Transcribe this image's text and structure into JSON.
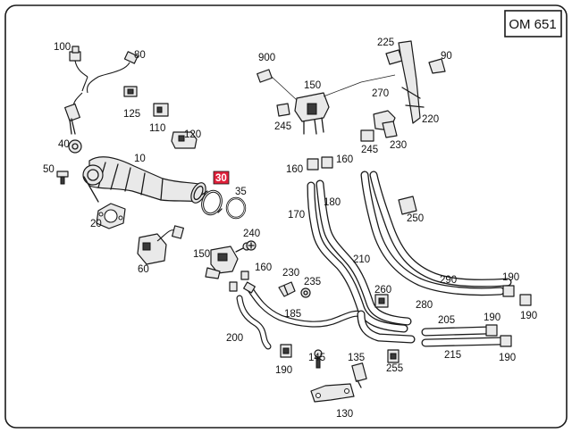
{
  "title": "OM 651",
  "highlight_color": "#e0203a",
  "labels": [
    {
      "id": "l100",
      "text": "100",
      "selected": false
    },
    {
      "id": "l80",
      "text": "80",
      "selected": false
    },
    {
      "id": "l125",
      "text": "125",
      "selected": false
    },
    {
      "id": "l110",
      "text": "110",
      "selected": false
    },
    {
      "id": "l120",
      "text": "120",
      "selected": false
    },
    {
      "id": "l40",
      "text": "40",
      "selected": false
    },
    {
      "id": "l10",
      "text": "10",
      "selected": false
    },
    {
      "id": "l50",
      "text": "50",
      "selected": false
    },
    {
      "id": "l20",
      "text": "20",
      "selected": false
    },
    {
      "id": "l60",
      "text": "60",
      "selected": false
    },
    {
      "id": "l30",
      "text": "30",
      "selected": true
    },
    {
      "id": "l35",
      "text": "35",
      "selected": false
    },
    {
      "id": "l240",
      "text": "240",
      "selected": false
    },
    {
      "id": "l150a",
      "text": "150",
      "selected": false
    },
    {
      "id": "l160a",
      "text": "160",
      "selected": false
    },
    {
      "id": "l230a",
      "text": "230",
      "selected": false
    },
    {
      "id": "l235",
      "text": "235",
      "selected": false
    },
    {
      "id": "l185",
      "text": "185",
      "selected": false
    },
    {
      "id": "l200",
      "text": "200",
      "selected": false
    },
    {
      "id": "l190a",
      "text": "190",
      "selected": false
    },
    {
      "id": "l145",
      "text": "145",
      "selected": false
    },
    {
      "id": "l135",
      "text": "135",
      "selected": false
    },
    {
      "id": "l130",
      "text": "130",
      "selected": false
    },
    {
      "id": "l900",
      "text": "900",
      "selected": false
    },
    {
      "id": "l150b",
      "text": "150",
      "selected": false
    },
    {
      "id": "l245a",
      "text": "245",
      "selected": false
    },
    {
      "id": "l160b",
      "text": "160",
      "selected": false
    },
    {
      "id": "l160c",
      "text": "160",
      "selected": false
    },
    {
      "id": "l225",
      "text": "225",
      "selected": false
    },
    {
      "id": "l90",
      "text": "90",
      "selected": false
    },
    {
      "id": "l270",
      "text": "270",
      "selected": false
    },
    {
      "id": "l220",
      "text": "220",
      "selected": false
    },
    {
      "id": "l245b",
      "text": "245",
      "selected": false
    },
    {
      "id": "l230b",
      "text": "230",
      "selected": false
    },
    {
      "id": "l170",
      "text": "170",
      "selected": false
    },
    {
      "id": "l180",
      "text": "180",
      "selected": false
    },
    {
      "id": "l250",
      "text": "250",
      "selected": false
    },
    {
      "id": "l210",
      "text": "210",
      "selected": false
    },
    {
      "id": "l290",
      "text": "290",
      "selected": false
    },
    {
      "id": "l190b",
      "text": "190",
      "selected": false
    },
    {
      "id": "l260",
      "text": "260",
      "selected": false
    },
    {
      "id": "l280",
      "text": "280",
      "selected": false
    },
    {
      "id": "l190c",
      "text": "190",
      "selected": false
    },
    {
      "id": "l205",
      "text": "205",
      "selected": false
    },
    {
      "id": "l190d",
      "text": "190",
      "selected": false
    },
    {
      "id": "l215",
      "text": "215",
      "selected": false
    },
    {
      "id": "l190e",
      "text": "190",
      "selected": false
    },
    {
      "id": "l255",
      "text": "255",
      "selected": false
    }
  ]
}
